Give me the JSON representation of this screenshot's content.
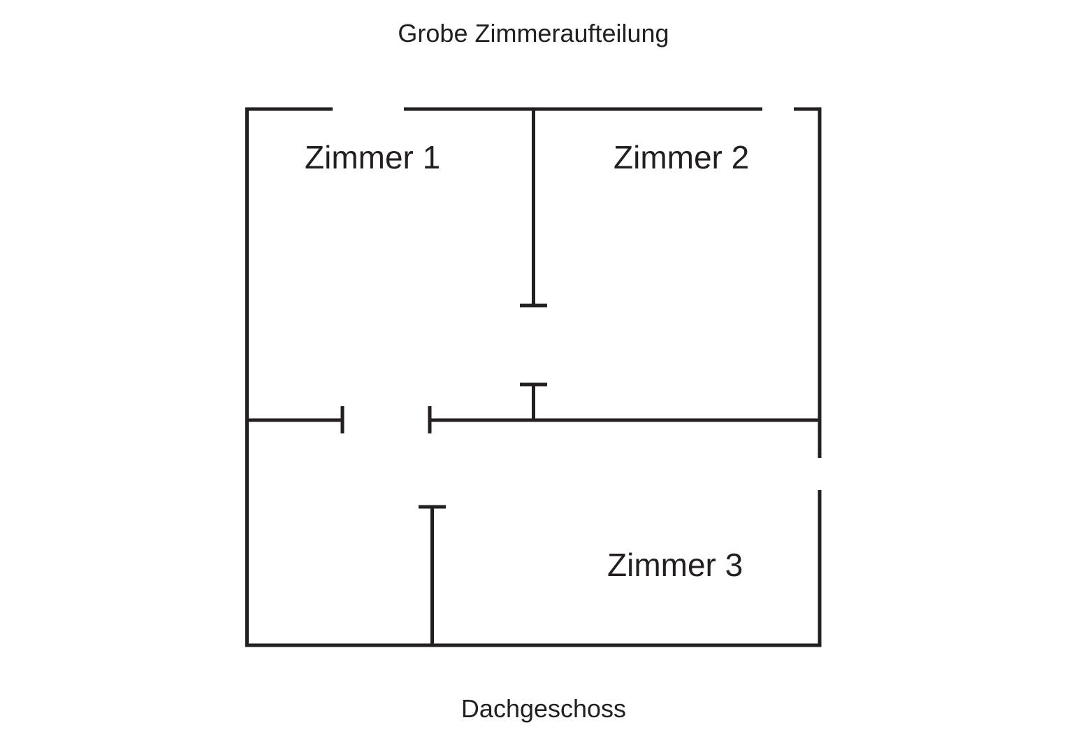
{
  "diagram": {
    "title": "Grobe Zimmeraufteilung",
    "floor_label": "Dachgeschoss",
    "rooms": [
      {
        "label": "Zimmer 1"
      },
      {
        "label": "Zimmer 2"
      },
      {
        "label": "Zimmer 3"
      }
    ],
    "colors": {
      "line": "#231f20",
      "text": "#231f20",
      "background": "#ffffff"
    }
  }
}
